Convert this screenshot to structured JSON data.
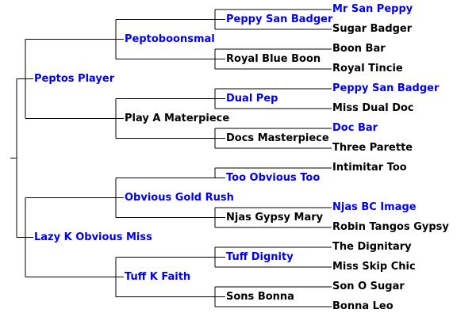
{
  "colors": {
    "link": "#0000ee",
    "plain": "#000000",
    "line": "#000000"
  },
  "pedigree": {
    "name": "",
    "link": false,
    "sire": {
      "name": "Peptos Player",
      "link": true,
      "sire": {
        "name": "Peptoboonsmal",
        "link": true,
        "sire": {
          "name": "Peppy San Badger",
          "link": true,
          "sire": {
            "name": "Mr San Peppy",
            "link": true
          },
          "dam": {
            "name": "Sugar Badger",
            "link": false
          }
        },
        "dam": {
          "name": "Royal Blue Boon",
          "link": false,
          "sire": {
            "name": "Boon Bar",
            "link": false
          },
          "dam": {
            "name": "Royal Tincie",
            "link": false
          }
        }
      },
      "dam": {
        "name": "Play A Materpiece",
        "link": false,
        "sire": {
          "name": "Dual Pep",
          "link": true,
          "sire": {
            "name": "Peppy San Badger",
            "link": true
          },
          "dam": {
            "name": "Miss Dual Doc",
            "link": false
          }
        },
        "dam": {
          "name": "Docs Masterpiece",
          "link": false,
          "sire": {
            "name": "Doc Bar",
            "link": true
          },
          "dam": {
            "name": "Three Parette",
            "link": false
          }
        }
      }
    },
    "dam": {
      "name": "Lazy K Obvious Miss",
      "link": true,
      "sire": {
        "name": "Obvious Gold Rush",
        "link": true,
        "sire": {
          "name": "Too Obvious Too",
          "link": true,
          "sire": {
            "name": "Intimitar Too",
            "link": false
          },
          "dam": null
        },
        "dam": {
          "name": "Njas Gypsy Mary",
          "link": false,
          "sire": {
            "name": "Njas BC Image",
            "link": true
          },
          "dam": {
            "name": "Robin Tangos Gypsy",
            "link": false
          }
        }
      },
      "dam": {
        "name": "Tuff K Faith",
        "link": true,
        "sire": {
          "name": "Tuff Dignity",
          "link": true,
          "sire": {
            "name": "The Dignitary",
            "link": false
          },
          "dam": {
            "name": "Miss Skip Chic",
            "link": false
          }
        },
        "dam": {
          "name": "Sons Bonna",
          "link": false,
          "sire": {
            "name": "Son O Sugar",
            "link": false
          },
          "dam": {
            "name": "Bonna Leo",
            "link": false
          }
        }
      }
    }
  }
}
